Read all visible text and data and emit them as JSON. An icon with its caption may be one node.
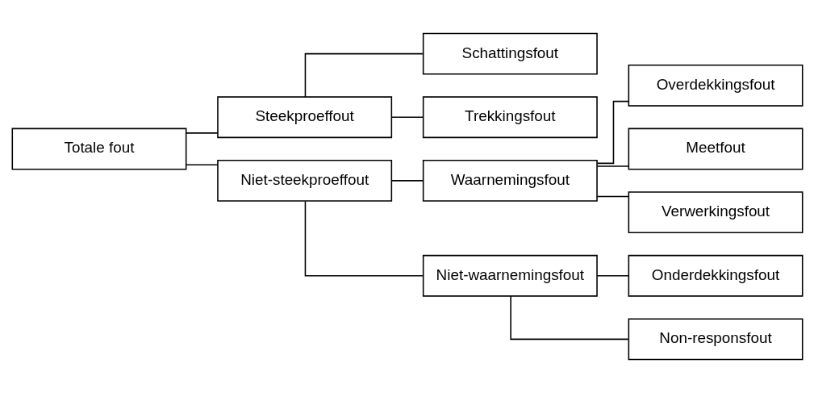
{
  "diagram": {
    "nodes": [
      {
        "text": [
          "Totale fout"
        ]
      },
      {
        "text": [
          "Steekproeffout"
        ]
      },
      {
        "text": [
          "Schattingsfout"
        ]
      },
      {
        "text": [
          "Trekkingsfout"
        ]
      },
      {
        "text": [
          "Niet-steekproeffout"
        ]
      },
      {
        "text": [
          "Waarnemingsfout"
        ]
      },
      {
        "text": [
          "Overdekkingsfout"
        ]
      },
      {
        "text": [
          "Meetfout"
        ]
      },
      {
        "text": [
          "Verwerkingsfout"
        ]
      },
      {
        "text": [
          "Niet-waarnemingsfout"
        ]
      },
      {
        "text": [
          "Onderdekkingsfout"
        ]
      },
      {
        "text": [
          "Non-responsfout"
        ]
      }
    ],
    "edges": [
      {
        "from": 0,
        "to": 1,
        "arrow": "none"
      },
      {
        "from": 0,
        "to": 4,
        "arrow": "none"
      },
      {
        "from": 1,
        "to": 2,
        "arrow": "none"
      },
      {
        "from": 1,
        "to": 3,
        "arrow": "none"
      },
      {
        "from": 4,
        "to": 5,
        "arrow": "none"
      },
      {
        "from": 4,
        "to": 9,
        "arrow": "none"
      },
      {
        "from": 5,
        "to": 6,
        "arrow": "none"
      },
      {
        "from": 5,
        "to": 7,
        "arrow": "none"
      },
      {
        "from": 5,
        "to": 8,
        "arrow": "none"
      },
      {
        "from": 9,
        "to": 10,
        "arrow": "none"
      },
      {
        "from": 9,
        "to": 11,
        "arrow": "none"
      }
    ]
  }
}
